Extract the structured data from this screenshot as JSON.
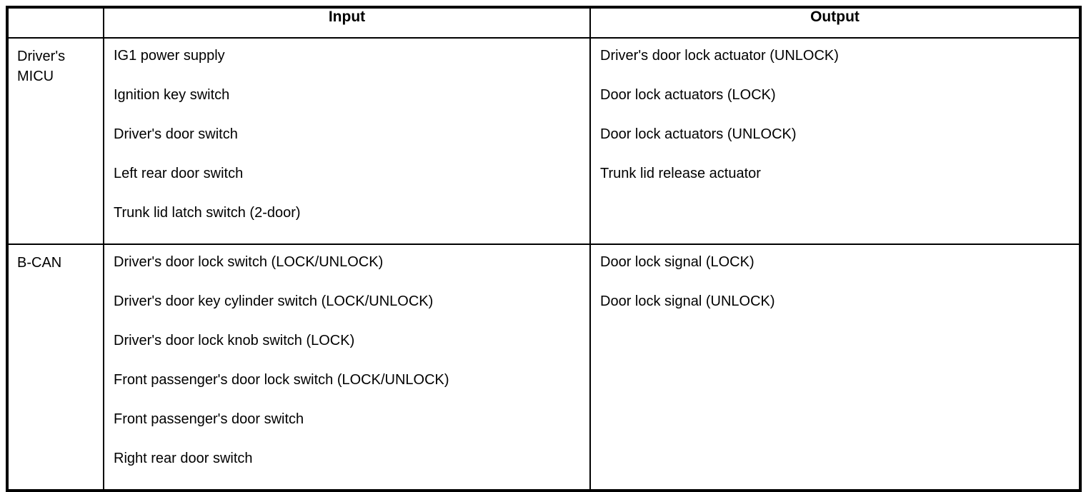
{
  "table": {
    "headers": [
      "",
      "Input",
      "Output"
    ],
    "rows": [
      {
        "label": "Driver's MICU",
        "inputs": [
          "IG1 power supply",
          "Ignition key switch",
          "Driver's door switch",
          "Left rear door switch",
          "Trunk lid latch switch (2-door)"
        ],
        "outputs": [
          "Driver's door lock actuator (UNLOCK)",
          "Door lock actuators (LOCK)",
          "Door lock actuators (UNLOCK)",
          "Trunk lid release actuator"
        ]
      },
      {
        "label": "B-CAN",
        "inputs": [
          "Driver's door lock switch (LOCK/UNLOCK)",
          "Driver's door key cylinder switch (LOCK/UNLOCK)",
          "Driver's door lock knob switch (LOCK)",
          "Front passenger's door lock switch (LOCK/UNLOCK)",
          "Front passenger's door switch",
          "Right rear door switch"
        ],
        "outputs": [
          "Door lock signal (LOCK)",
          "Door lock signal (UNLOCK)"
        ]
      }
    ]
  },
  "colors": {
    "border": "#000000",
    "text": "#000000",
    "background": "#ffffff"
  }
}
